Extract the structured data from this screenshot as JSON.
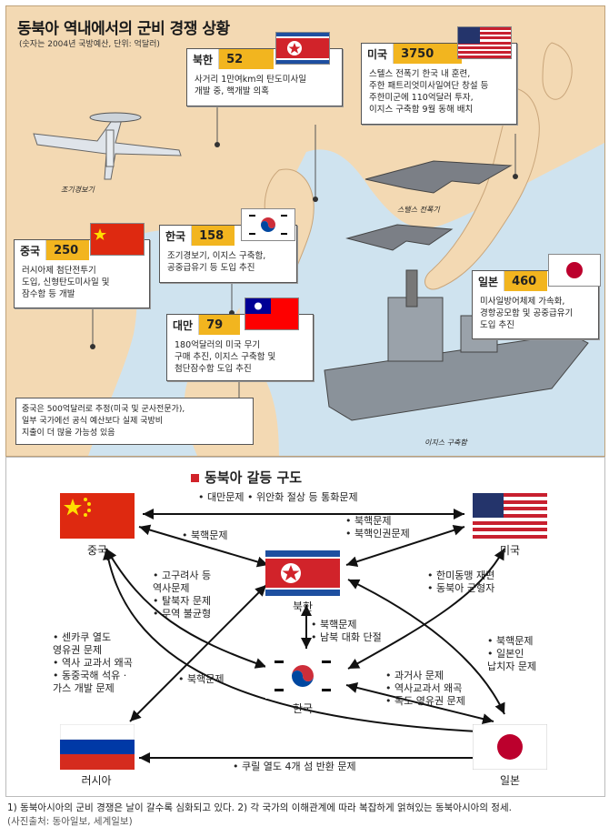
{
  "map_title": "동북아 역내에서의 군비 경쟁 상황",
  "map_subtitle": "(숫자는 2004년 국방예산, 단위: 억달러)",
  "callouts": {
    "north_korea": {
      "name": "북한",
      "value": "52",
      "desc": "사거리 1만여km의 탄도미사일\n개발 중, 핵개발 의혹"
    },
    "usa": {
      "name": "미국",
      "value": "3750",
      "desc": "스텔스 전폭기 한국 내 훈련,\n주한 패트리엇미사일여단 창설 등\n주한미군에 110억달러 투자,\n이지스 구축함 9월 동해 배치"
    },
    "china": {
      "name": "중국",
      "value": "250",
      "desc": "러시아제 첨단전투기\n도입, 신형탄도미사일 및\n잠수함 등 개발"
    },
    "korea": {
      "name": "한국",
      "value": "158",
      "desc": "조기경보기, 이지스 구축함,\n공중급유기 등 도입 추진"
    },
    "japan": {
      "name": "일본",
      "value": "460",
      "desc": "미사일방어체제 가속화,\n경항공모함 및 공중급유기\n도입 추진"
    },
    "taiwan": {
      "name": "대만",
      "value": "79",
      "desc": "180억달러의 미국 무기\n구매 추진, 이지스 구축함 및\n첨단잠수함 도입 추진"
    }
  },
  "note": "중국은 500억달러로 추정(미국 및 군사전문가),\n일부 국가에선 공식 예산보다 실제 국방비\n지출이 더 많을 가능성 있음",
  "captions": {
    "awacs": "조기경보기",
    "stealth": "스텔스 전폭기",
    "aegis": "이지스 구축함"
  },
  "diagram_title": "동북아 갈등 구도",
  "countries": {
    "china": "중국",
    "usa": "미국",
    "north_korea": "북한",
    "korea": "한국",
    "russia": "러시아",
    "japan": "일본"
  },
  "issues": {
    "china_usa": "• 대만문제  • 위안화 절상 등 통화문제",
    "china_nk": "• 북핵문제",
    "usa_nk": "• 북핵문제\n• 북핵인권문제",
    "china_korea": "• 고구려사 등\n  역사문제\n• 탈북자 문제\n• 무역 불균형",
    "usa_korea": "• 한미동맹 재편\n• 동북아 균형자",
    "nk_korea": "• 북핵문제\n• 남북 대화 단절",
    "china_japan": "• 센카쿠 열도\n  영유권 문제\n• 역사 교과서 왜곡\n• 동중국해 석유 ·\n  가스 개발 문제",
    "russia_nk": "• 북핵문제",
    "nk_japan": "• 북핵문제\n• 일본인\n  납치자 문제",
    "korea_japan": "• 과거사 문제\n• 역사교과서 왜곡\n• 독도 영유권 문제",
    "russia_japan": "• 쿠릴 열도 4개 섬 반환 문제"
  },
  "footer": "1) 동북아시아의 군비 경쟁은 날이 갈수록 심화되고 있다. 2) 각 국가의 이해관계에 따라 복잡하게 얽혀있는 동북아시아의 정세.",
  "footer_source": "(사진출처: 동아일보, 세계일보)"
}
